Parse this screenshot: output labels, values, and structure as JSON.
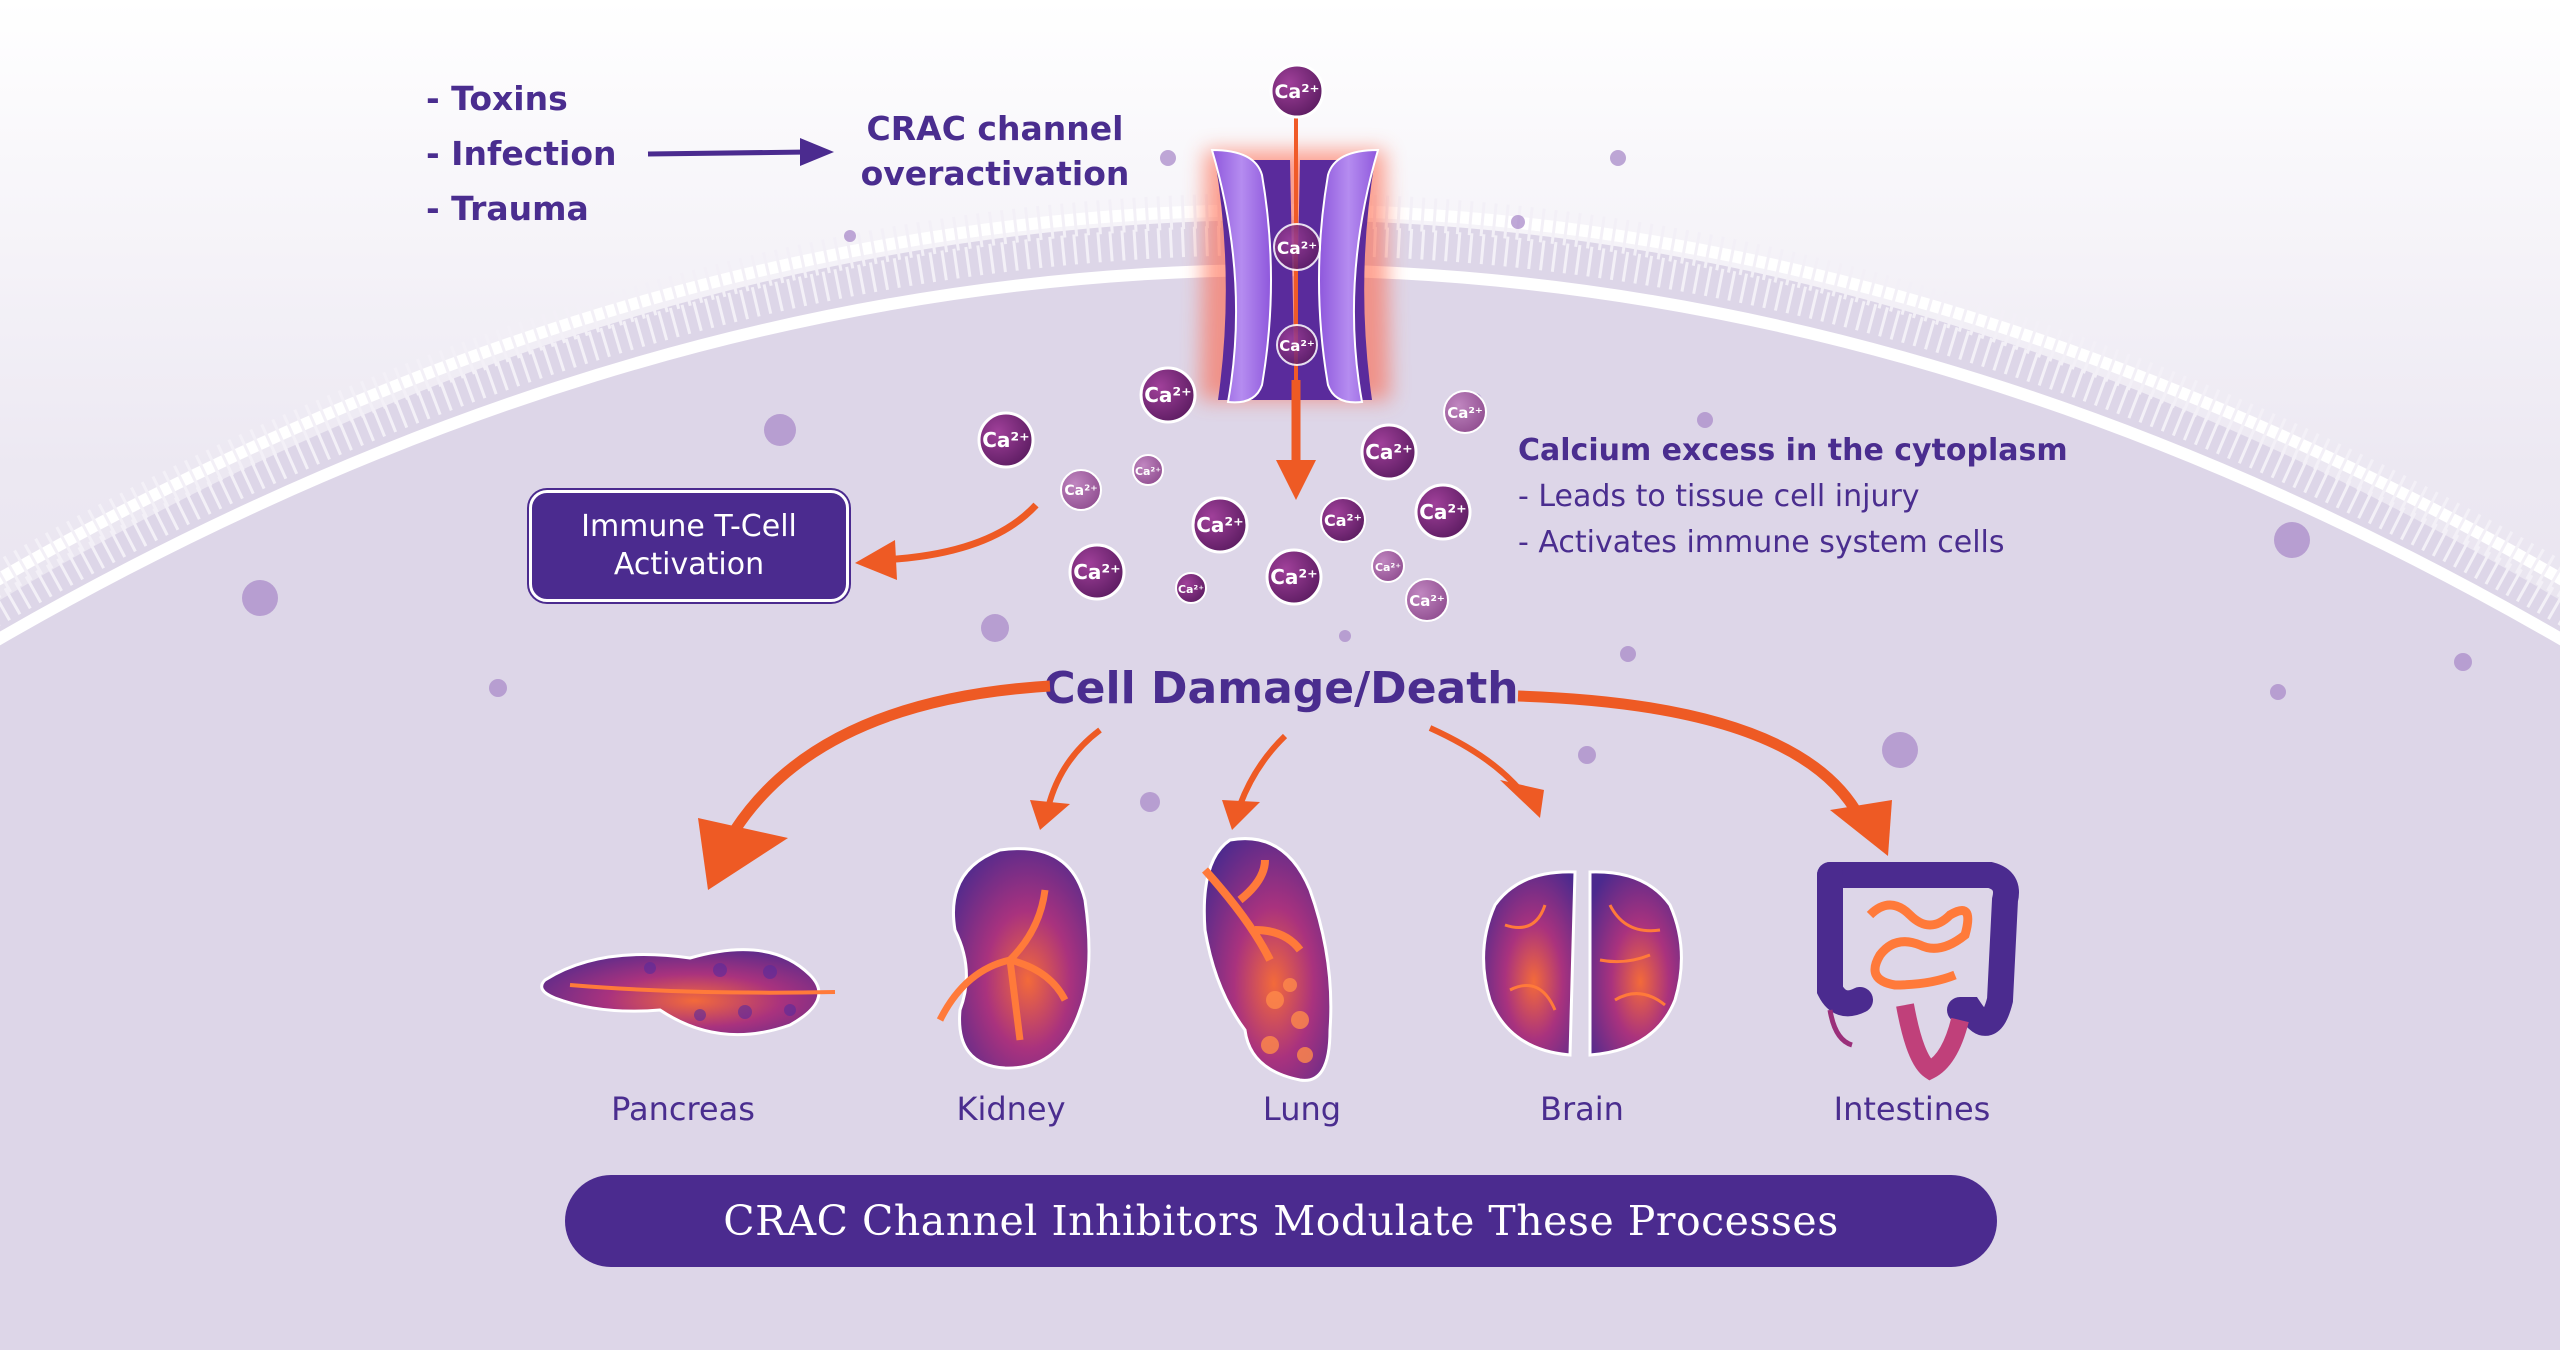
{
  "triggers": [
    "- Toxins",
    "- Infection",
    "- Trauma"
  ],
  "crac_label": [
    "CRAC channel",
    "overactivation"
  ],
  "ion_label": "Ca²⁺",
  "calcium_note": {
    "title": "Calcium excess in the cytoplasm",
    "points": [
      "- Leads to tissue cell injury",
      "- Activates immune system cells"
    ]
  },
  "immune_box": [
    "Immune T-Cell",
    "Activation"
  ],
  "damage_title": "Cell Damage/Death",
  "organs": [
    {
      "name": "Pancreas",
      "icon": "pancreas-icon"
    },
    {
      "name": "Kidney",
      "icon": "kidney-icon"
    },
    {
      "name": "Lung",
      "icon": "lung-icon"
    },
    {
      "name": "Brain",
      "icon": "brain-icon"
    },
    {
      "name": "Intestines",
      "icon": "intestines-icon"
    }
  ],
  "banner": "CRAC Channel Inhibitors Modulate These Processes",
  "colors": {
    "purple": "#4b2b8f",
    "orange": "#ee5a24",
    "ion": "#7b2a78",
    "channel": "#9d6ae6",
    "background": "#e4dfec"
  }
}
